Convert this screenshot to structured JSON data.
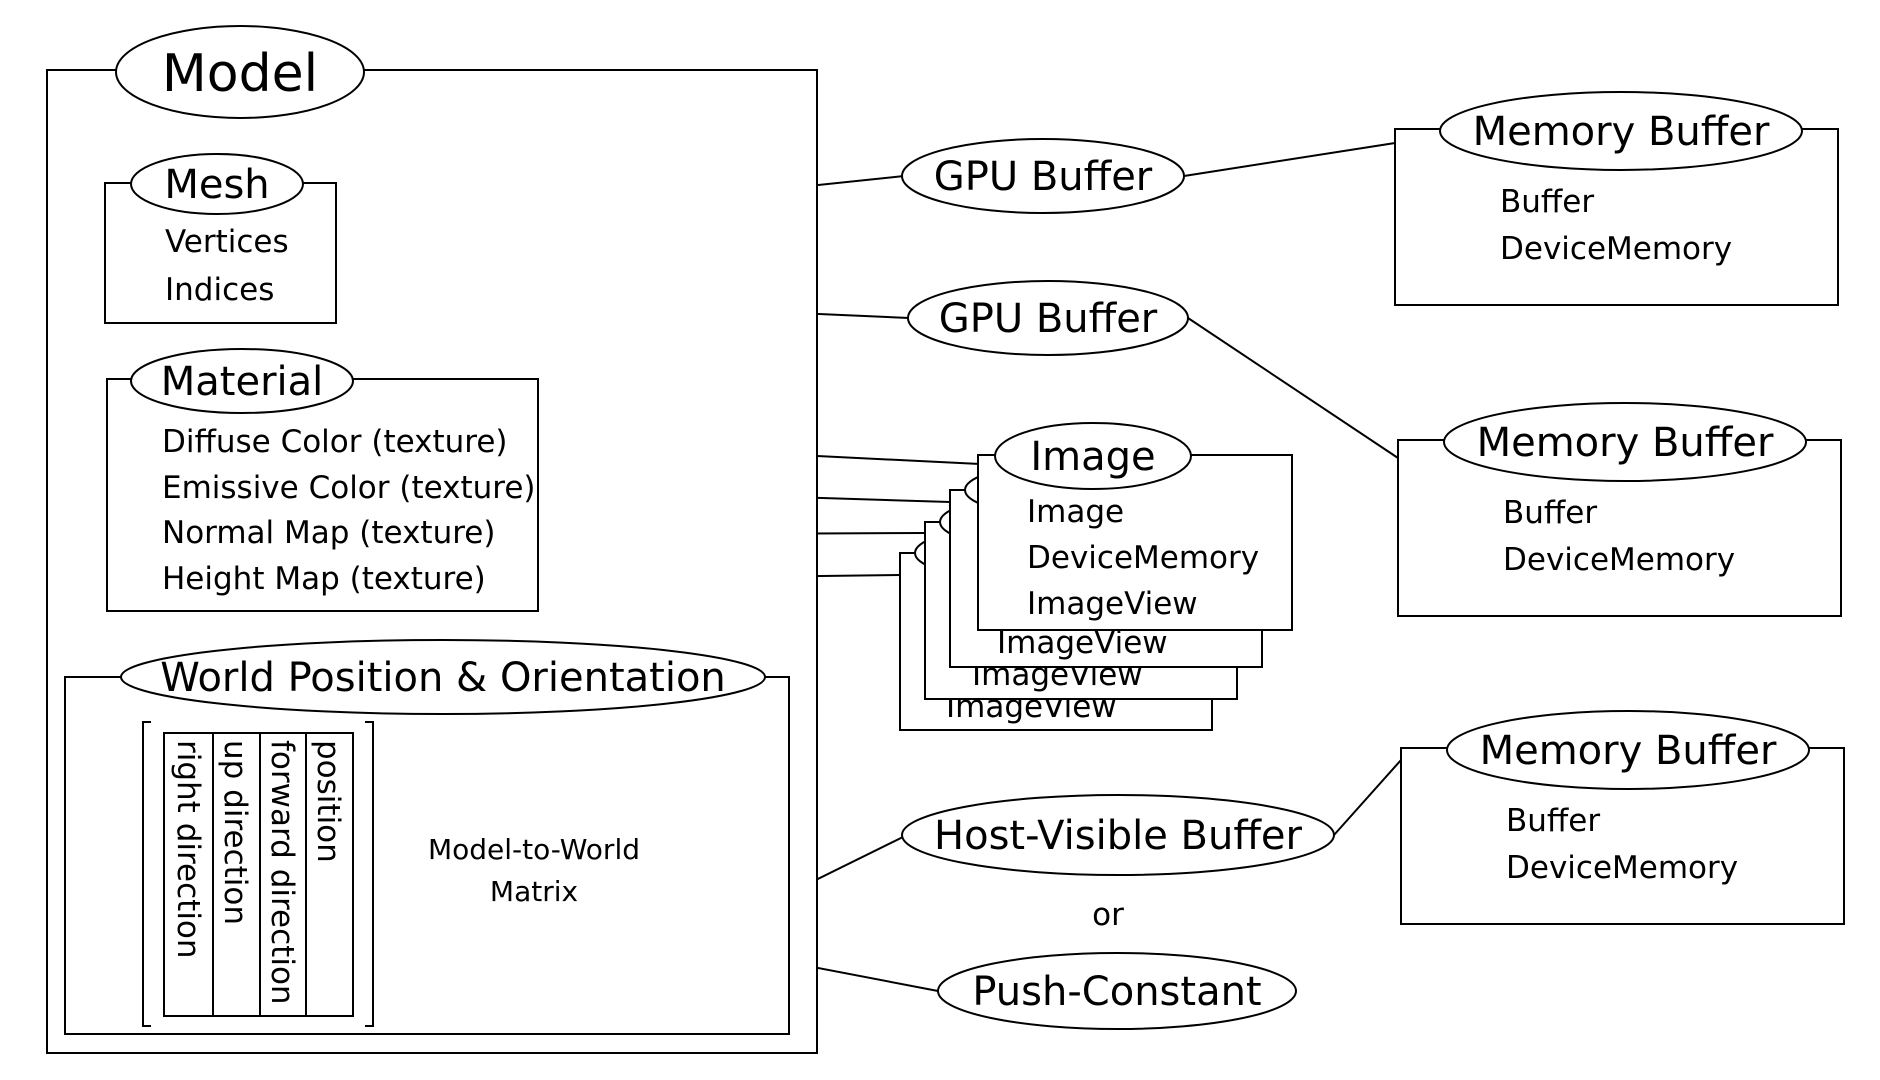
{
  "model": {
    "title": "Model",
    "mesh": {
      "title": "Mesh",
      "items": [
        "Vertices",
        "Indices"
      ]
    },
    "material": {
      "title": "Material",
      "items": [
        "Diffuse Color (texture)",
        "Emissive Color (texture)",
        "Normal Map (texture)",
        "Height Map (texture)"
      ]
    },
    "world": {
      "title": "World Position & Orientation",
      "matrix_columns": [
        "right direction",
        "up direction",
        "forward direction",
        "position"
      ],
      "matrix_label_line1": "Model-to-World",
      "matrix_label_line2": "Matrix"
    }
  },
  "gpu_buffers": [
    "GPU Buffer",
    "GPU Buffer"
  ],
  "memory_buffers": [
    {
      "title": "Memory Buffer",
      "items": [
        "Buffer",
        "DeviceMemory"
      ]
    },
    {
      "title": "Memory Buffer",
      "items": [
        "Buffer",
        "DeviceMemory"
      ]
    },
    {
      "title": "Memory Buffer",
      "items": [
        "Buffer",
        "DeviceMemory"
      ]
    }
  ],
  "image": {
    "title": "Image",
    "items": [
      "Image",
      "DeviceMemory",
      "ImageView"
    ],
    "stack_peek_label": "ImageView"
  },
  "host_visible": "Host-Visible Buffer",
  "or_label": "or",
  "push_constant": "Push-Constant"
}
